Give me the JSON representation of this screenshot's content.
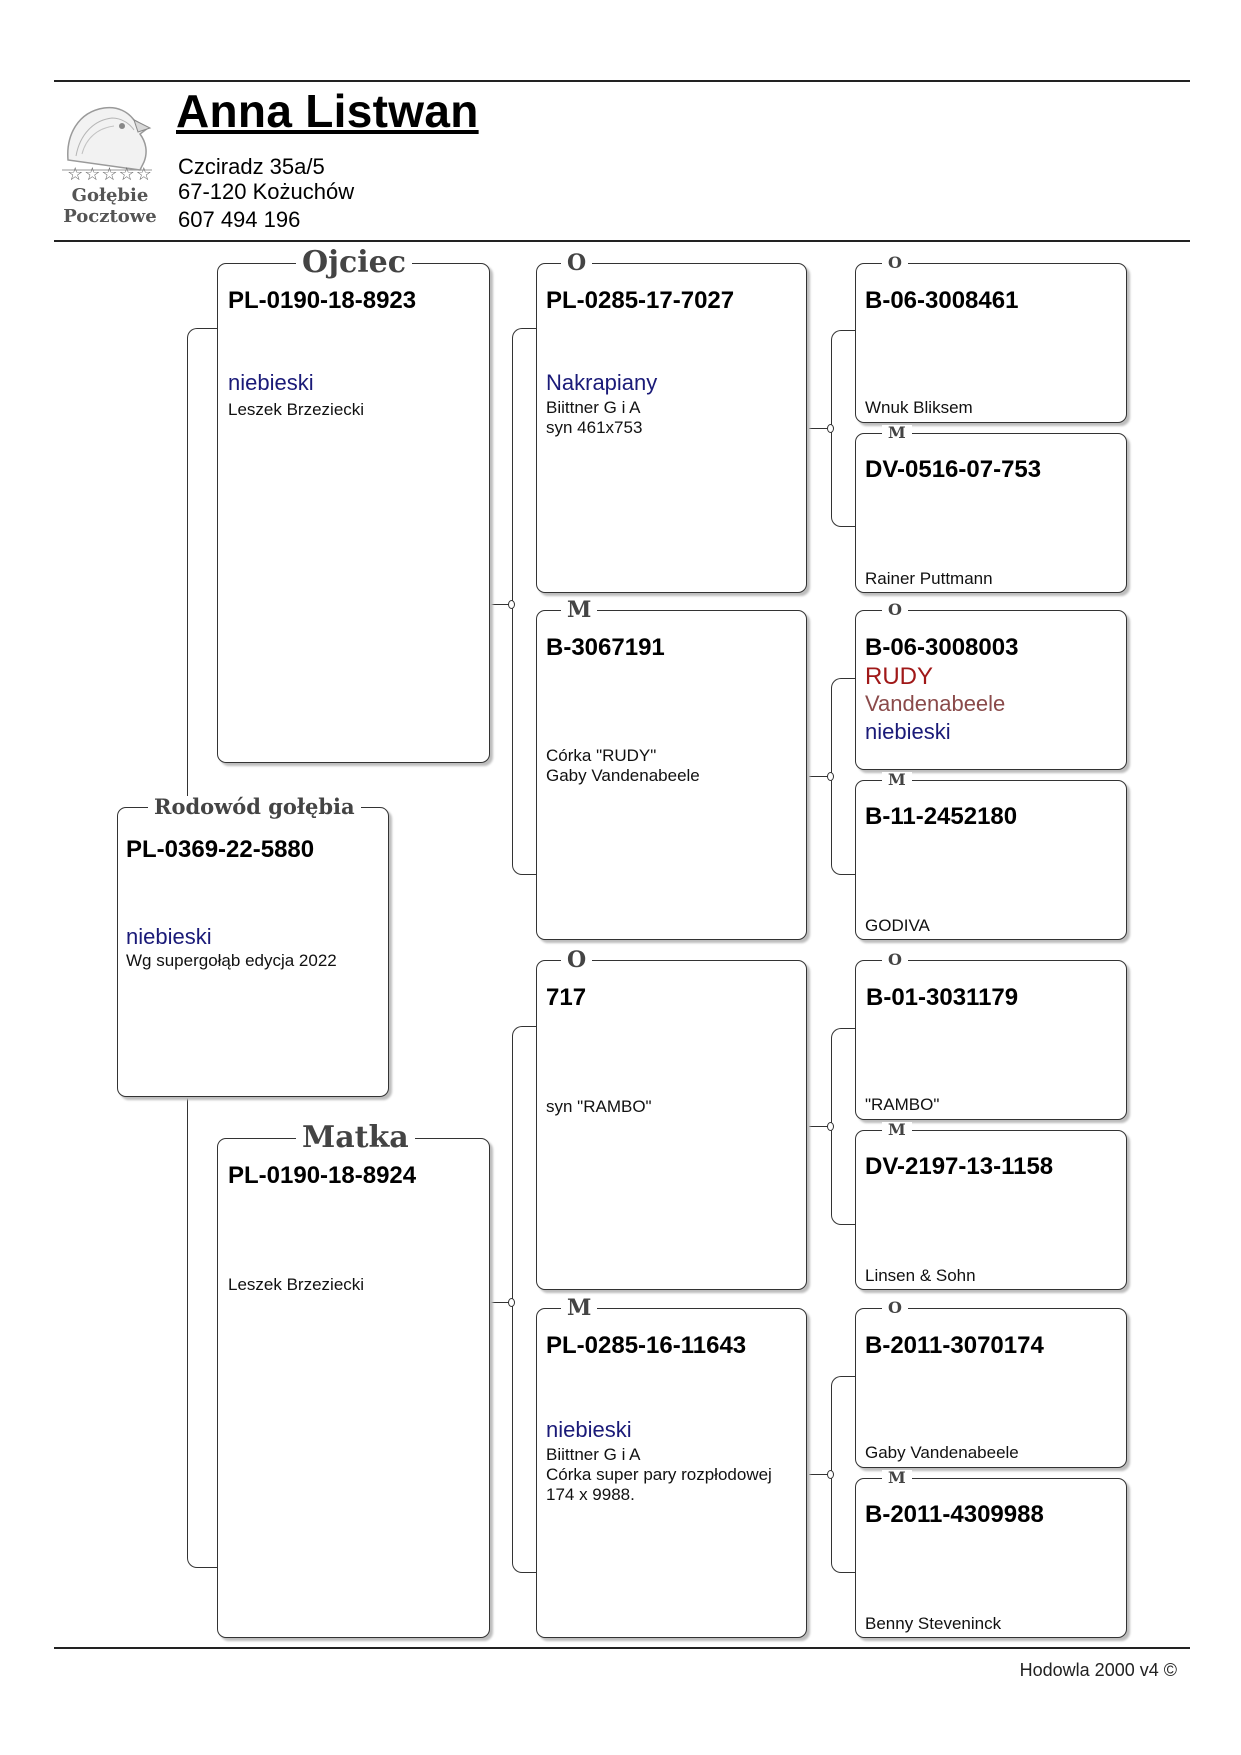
{
  "header": {
    "owner_name": "Anna Listwan",
    "address_line1": "Czciradz  35a/5",
    "address_line2": "67-120 Kożuchów",
    "phone": "607 494 196",
    "logo_text_line1": "Gołębie",
    "logo_text_line2": "Pocztowe",
    "logo_stars": "☆☆☆☆☆"
  },
  "labels": {
    "father": "Ojciec",
    "mother": "Matka",
    "pedigree": "Rodowód gołębia",
    "o": "O",
    "m": "M"
  },
  "subject": {
    "ring": "PL-0369-22-5880",
    "color": "niebieski",
    "note": "Wg supergołąb edycja 2022"
  },
  "father": {
    "ring": "PL-0190-18-8923",
    "color": "niebieski",
    "note": "Leszek Brzeziecki"
  },
  "mother": {
    "ring": "PL-0190-18-8924",
    "note": "Leszek Brzeziecki"
  },
  "ff": {
    "ring": "PL-0285-17-7027",
    "color": "Nakrapiany",
    "note1": "Biittner G i A",
    "note2": "syn 461x753"
  },
  "fm": {
    "ring": "B-3067191",
    "note1": "Córka \"RUDY\"",
    "note2": "Gaby Vandenabeele"
  },
  "mf": {
    "ring": "717",
    "note": "syn \"RAMBO\""
  },
  "mm": {
    "ring": "PL-0285-16-11643",
    "color": "niebieski",
    "note1": "Biittner G i A",
    "note2": "Córka super pary rozpłodowej",
    "note3": "174 x 9988."
  },
  "fff": {
    "ring": "B-06-3008461",
    "note": "Wnuk Bliksem"
  },
  "ffm": {
    "ring": "DV-0516-07-753",
    "note": "Rainer Puttmann"
  },
  "fmf": {
    "ring": "B-06-3008003",
    "name": "RUDY",
    "breeder": "Vandenabeele",
    "color": "niebieski"
  },
  "fmm": {
    "ring": "B-11-2452180",
    "note": "GODIVA"
  },
  "mff": {
    "ring": "B-01-3031179",
    "note": "\"RAMBO\""
  },
  "mfm": {
    "ring": "DV-2197-13-1158",
    "note": "Linsen & Sohn"
  },
  "mmf": {
    "ring": "B-2011-3070174",
    "note": "Gaby Vandenabeele"
  },
  "mmm": {
    "ring": "B-2011-4309988",
    "note": "Benny  Steveninck"
  },
  "footer": {
    "text": "Hodowla 2000 v4 ©"
  }
}
